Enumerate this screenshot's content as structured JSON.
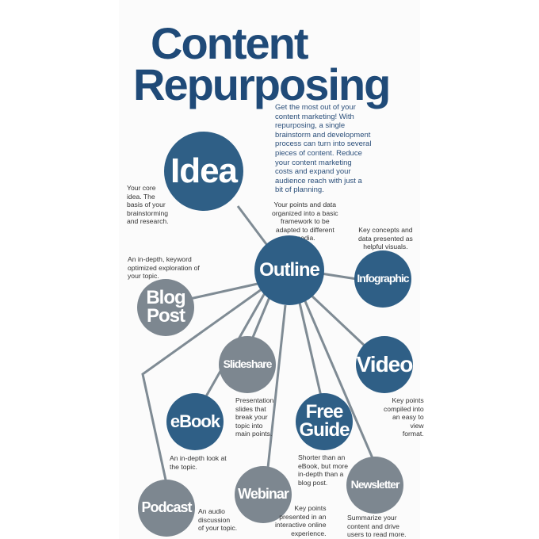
{
  "title": {
    "line1": "Content",
    "line2": "Repurposing"
  },
  "intro": "Get the most out of your\ncontent marketing! With\nrepurposing, a single\nbrainstorm and development\nprocess can turn into several\npieces of content. Reduce\nyour content marketing\ncosts and expand your\naudience reach with just a\nbit of planning.",
  "nodes": {
    "idea": {
      "label": "Idea",
      "note": "Your core\nidea. The\nbasis of your\nbrainstorming\nand research."
    },
    "outline": {
      "label": "Outline",
      "note": "Your points and data\norganized into a basic\nframework to be\nadapted to different\nmedia."
    },
    "infographic": {
      "label": "Infographic",
      "note": "Key concepts and\ndata presented as\nhelpful visuals."
    },
    "blog_post": {
      "label": "Blog\nPost",
      "note": "An in-depth, keyword\noptimized exploration of\nyour topic."
    },
    "slideshare": {
      "label": "Slideshare",
      "note": "Presentation\nslides that\nbreak your\ntopic into\nmain points."
    },
    "video": {
      "label": "Video",
      "note": "Key points\ncompiled into\nan easy to\nview\nformat."
    },
    "ebook": {
      "label": "eBook",
      "note": "An in-depth look at\nthe topic."
    },
    "free_guide": {
      "label": "Free\nGuide",
      "note": "Shorter than an\neBook, but more\nin-depth than a\nblog post."
    },
    "podcast": {
      "label": "Podcast",
      "note": "An audio\ndiscussion\nof your topic."
    },
    "webinar": {
      "label": "Webinar",
      "note": "Key points\npresented in an\ninteractive online\nexperience."
    },
    "newsletter": {
      "label": "Newsletter",
      "note": "Summarize your\ncontent and drive\nusers to read more."
    }
  },
  "colors": {
    "title": "#1f4a78",
    "navy_node": "#2f5f86",
    "gray_node": "#7d8790",
    "connector": "#7f8b94"
  }
}
